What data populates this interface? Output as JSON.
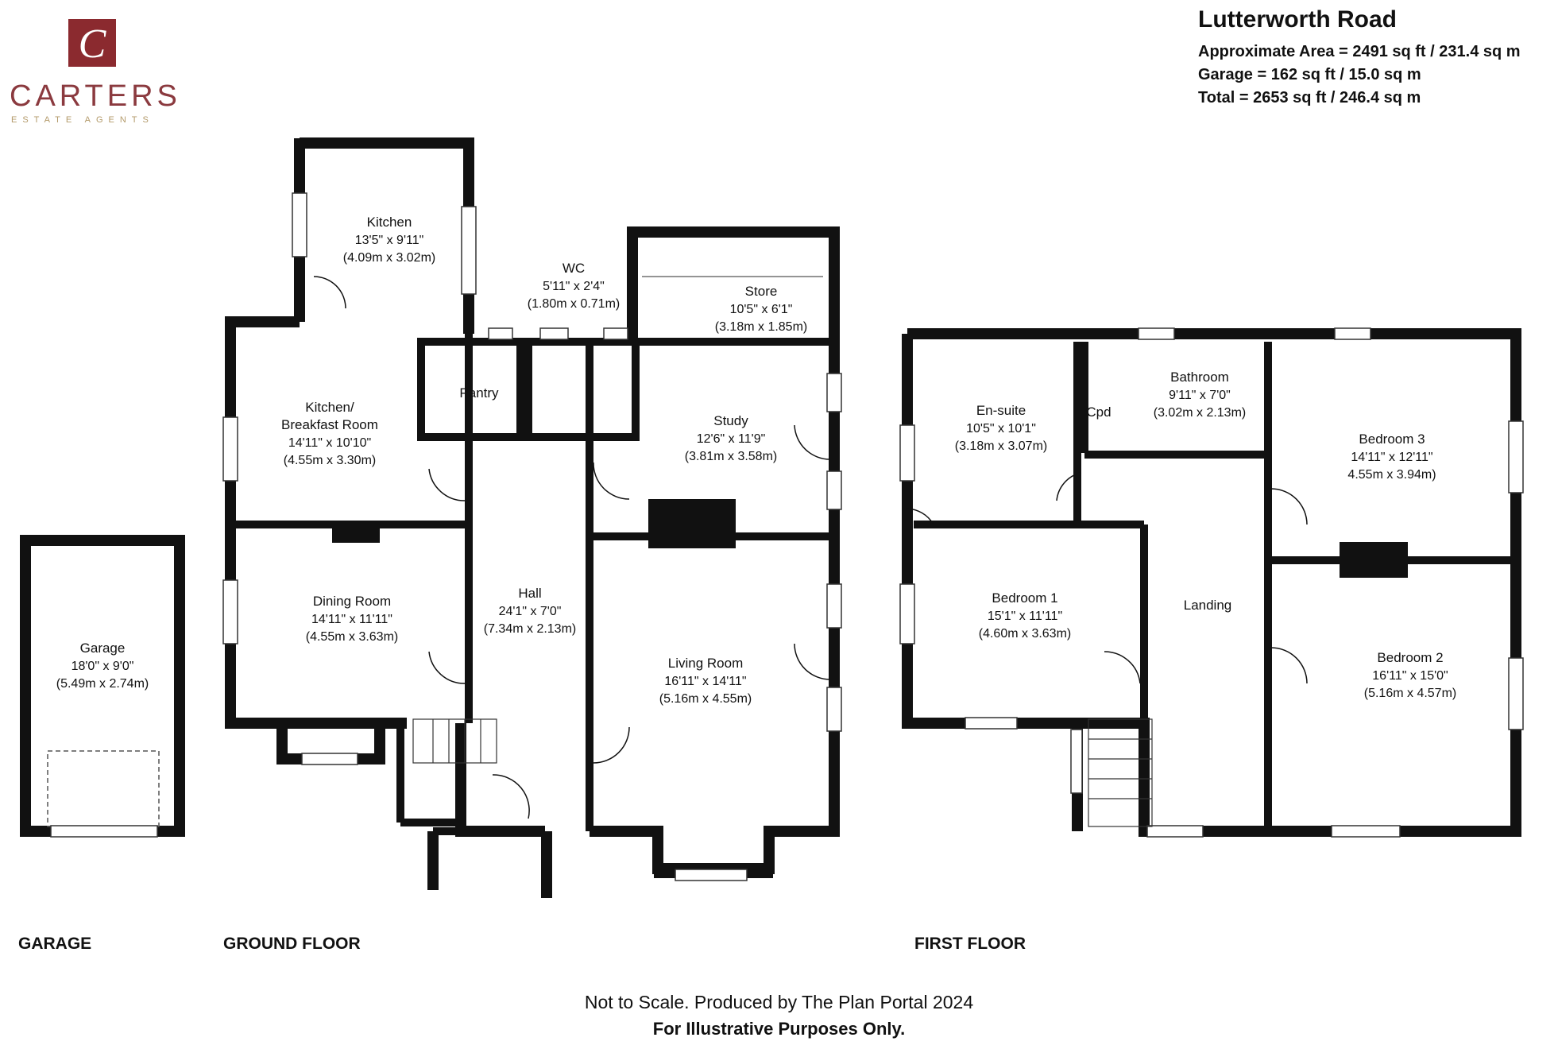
{
  "brand": {
    "name": "CARTERS",
    "tagline": "ESTATE AGENTS",
    "color": "#8b2a2f"
  },
  "header": {
    "title": "Lutterworth Road",
    "approx_area": "Approximate Area = 2491 sq ft / 231.4 sq m",
    "garage_area": "Garage = 162 sq ft / 15.0 sq m",
    "total_area": "Total = 2653 sq ft / 246.4 sq m"
  },
  "floors": {
    "garage": "GARAGE",
    "ground": "GROUND FLOOR",
    "first": "FIRST FLOOR"
  },
  "rooms": {
    "kitchen": {
      "name": "Kitchen",
      "imperial": "13'5\" x 9'11\"",
      "metric": "(4.09m x 3.02m)"
    },
    "wc": {
      "name": "WC",
      "imperial": "5'11\" x 2'4\"",
      "metric": "(1.80m x 0.71m)"
    },
    "store": {
      "name": "Store",
      "imperial": "10'5\" x 6'1\"",
      "metric": "(3.18m x 1.85m)"
    },
    "pantry": {
      "name": "Pantry"
    },
    "breakfast": {
      "name1": "Kitchen/",
      "name2": "Breakfast Room",
      "imperial": "14'11\" x 10'10\"",
      "metric": "(4.55m x 3.30m)"
    },
    "study": {
      "name": "Study",
      "imperial": "12'6\" x 11'9\"",
      "metric": "(3.81m x 3.58m)"
    },
    "dining": {
      "name": "Dining Room",
      "imperial": "14'11\" x 11'11\"",
      "metric": "(4.55m x 3.63m)"
    },
    "hall": {
      "name": "Hall",
      "imperial": "24'1\" x 7'0\"",
      "metric": "(7.34m x 2.13m)"
    },
    "living": {
      "name": "Living Room",
      "imperial": "16'11\" x 14'11\"",
      "metric": "(5.16m x 4.55m)"
    },
    "garage": {
      "name": "Garage",
      "imperial": "18'0\" x 9'0\"",
      "metric": "(5.49m x 2.74m)"
    },
    "ensuite": {
      "name": "En-suite",
      "imperial": "10'5\" x 10'1\"",
      "metric": "(3.18m x 3.07m)"
    },
    "cpd": {
      "name": "Cpd"
    },
    "bathroom": {
      "name": "Bathroom",
      "imperial": "9'11\" x 7'0\"",
      "metric": "(3.02m x 2.13m)"
    },
    "bedroom3": {
      "name": "Bedroom 3",
      "imperial": "14'11\" x 12'11\"",
      "metric": "4.55m x 3.94m)"
    },
    "bedroom1": {
      "name": "Bedroom 1",
      "imperial": "15'1\" x 11'11\"",
      "metric": "(4.60m x 3.63m)"
    },
    "landing": {
      "name": "Landing"
    },
    "bedroom2": {
      "name": "Bedroom 2",
      "imperial": "16'11\" x 15'0\"",
      "metric": "(5.16m x 4.57m)"
    }
  },
  "footer": {
    "line1": "Not to Scale. Produced by The Plan Portal 2024",
    "line2": "For Illustrative Purposes Only."
  }
}
